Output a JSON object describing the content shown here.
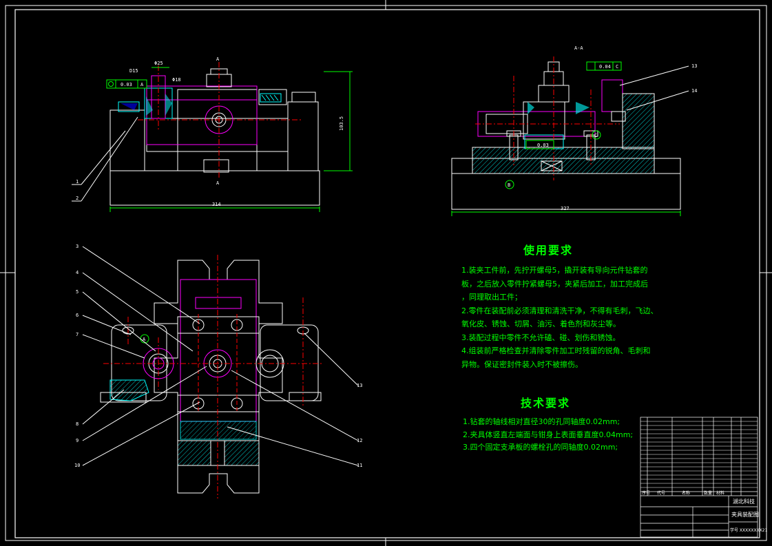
{
  "drawing": {
    "section_label": "A-A",
    "section_mark": "A",
    "dims": {
      "front_width": "314",
      "front_height": "103.5",
      "side_width": "327",
      "d15": "D15",
      "d18": "Φ18",
      "d25": "Φ25",
      "tol_front": "0.03",
      "tol_front_ref": "A",
      "tol_side": "0.04",
      "tol_side_ref": "C",
      "tol_inner": "0.03",
      "datum_b": "B",
      "datum_c": "C",
      "datum_a": "A"
    },
    "balloons_front": [
      "1",
      "2"
    ],
    "balloons_side": [
      "13",
      "14"
    ],
    "balloons_plan": [
      "3",
      "4",
      "5",
      "6",
      "7",
      "8",
      "9",
      "10",
      "11",
      "12",
      "13"
    ]
  },
  "usage_requirements": {
    "title": "使用要求",
    "lines": [
      "1.装夹工件前，先拧开螺母5，撬开装有导向元件钻套的",
      "板，之后放入零件拧紧螺母5，夹紧后加工，加工完成后",
      "，同理取出工件；",
      "2.零件在装配前必须清理和清洗干净，不得有毛刺，飞边、",
      "氧化皮、锈蚀、切屑、油污、着色剂和灰尘等。",
      "3.装配过程中零件不允许磕、碰、划伤和锈蚀。",
      "4.组装前严格检查并清除零件加工时残留的锐角、毛刺和",
      "异物。保证密封件装入时不被擦伤。"
    ]
  },
  "technical_requirements": {
    "title": "技术要求",
    "lines": [
      "1.钻套的轴线相对直径30的孔同轴度0.02mm;",
      "2.夹具体竖直左端面与钳身上表面垂直度0.04mm;",
      "3.四个固定支承板的螺栓孔的同轴度0.02mm;"
    ]
  },
  "title_block": {
    "school": "湖北科技",
    "drawing_name": "夹具装配图",
    "drawing_no": "学号 XXXXXXXX21",
    "headers": [
      "序号",
      "代号",
      "名称",
      "数量",
      "材料"
    ]
  }
}
